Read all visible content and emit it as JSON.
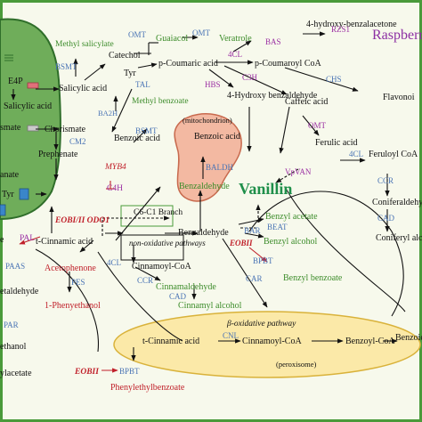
{
  "labels": {
    "e4p": "E4P",
    "salicylic_plastid": "Salicylic acid",
    "chorismate_left": "smate",
    "anate": "anate",
    "tyr_left": "Tyr",
    "chorismate": "Chorismate",
    "prephenate": "Prephenate",
    "salicylic_acid": "Salicylic acid",
    "methyl_salicylate": "Methyl salicylate",
    "catechol": "Catechol",
    "guaiacol": "Guaiacol",
    "veratrole": "Veratrole",
    "tyr": "Tyr",
    "p_coumaric": "p-Coumaric acid",
    "p_coumaroyl_coa": "p-Coumaroyl CoA",
    "hydroxybenzalacetone": "4-hydroxy-benzalacetone",
    "raspberry": "Raspberry",
    "flavonoids": "Flavonoi",
    "hydroxybenzaldehyde": "4-Hydroxy benzaldehyde",
    "caffeic_acid": "Caffeic acid",
    "ferulic_acid": "Ferulic acid",
    "feruloyl_coa": "Feruloyl CoA",
    "coniferaldehyde": "Coniferaldehy",
    "coniferyl_alcohol": "Coniferyl alcohol",
    "vanillin": "Vanillin",
    "mitochondrion": "(mitochondrion)",
    "benzoic_mito": "Benzoic acid",
    "benzaldehyde_mito": "Benzaldehyde",
    "methyl_benzoate": "Methyl benzoate",
    "benzoic_acid_mid": "Benzoic acid",
    "c6c1_branch": "C6-C1 Branch",
    "non_oxidative": "non-oxidative pathways",
    "benzaldehyde": "Benzaldehyde",
    "cinnamoyl_coa_mid": "Cinnamoyl-CoA",
    "cinnamaldehyde": "Cinnamaldehyde",
    "cinnamyl_alcohol": "Cinnamyl alcohol",
    "benzyl_acetate": "Benzyl acetate",
    "benzyl_alcohol": "Benzyl alcohol",
    "benzyl_benzoate": "Benzyl benzoate",
    "t_cinnamic": "t-Cinnamic acid",
    "acetophenone": "Acetophenone",
    "phenylethanol_1": "1-Phenyethanol",
    "etaldehyde": "etaldehyde",
    "ethanol_left": "ethanol",
    "ylacetate": "ylacetate",
    "beta_oxidative": "β-oxidative pathway",
    "t_cinnamic_beta": "t-Cinnamic acid",
    "cinnamoyl_coa_beta": "Cinnamoyl-CoA",
    "benzoyl_coa": "Benzoyl-CoA",
    "benzoic_beta": "Benzoic acid",
    "peroxisome": "(peroxisome)",
    "phenylethylbenzoate": "Phenylethylbenzoate",
    "e_left": "e"
  },
  "enzymes": {
    "bsmt_1": "BSMT",
    "omt_1": "OMT",
    "omt_2": "OMT",
    "tal": "TAL",
    "ba2h": "BA2H",
    "bsmt_2": "BSMT",
    "cm2": "CM2",
    "myb4": "MYB4",
    "c4h": "C4H",
    "eobi_odo1": "EOBI/II ODO1",
    "pal": "PAL",
    "paas": "PAAS",
    "pes": "PES",
    "par": "PAR",
    "eobii_bottom": "EOBII",
    "bpbt_bottom": "BPBT",
    "fourcl_top": "4CL",
    "bas": "BAS",
    "rzs1": "RZS1",
    "c3h": "C3H",
    "chs": "CHS",
    "hbs": "HBS",
    "omt_3": "OMT",
    "vpvan": "VpVAN",
    "fourcl_right": "4CL",
    "ccr_right": "CCR",
    "cad_right": "CAD",
    "baldh": "BALDH",
    "fourcl_mid": "4CL",
    "ccr_mid": "CCR",
    "cad_mid": "CAD",
    "bar": "BAR",
    "beat": "BEAT",
    "eobii_mid": "EOBII",
    "bpbt_mid": "BPBT",
    "car": "CAR",
    "cnl": "CNL"
  },
  "colors": {
    "background": "#f7f9ec",
    "frame": "#4a9a3a",
    "plastid_fill": "#6fad5a",
    "plastid_stroke": "#2f6e2a",
    "mito_fill": "#f3b9a2",
    "mito_stroke": "#c86a4e",
    "perox_fill": "#fbe9a8",
    "perox_stroke": "#d9b23a",
    "green_text": "#3c8c2a",
    "blue_enzyme": "#4a74b5",
    "purple_enzyme": "#9b2fa3",
    "red_regulator": "#c0202a",
    "vanillin": "#1f8f4a"
  }
}
